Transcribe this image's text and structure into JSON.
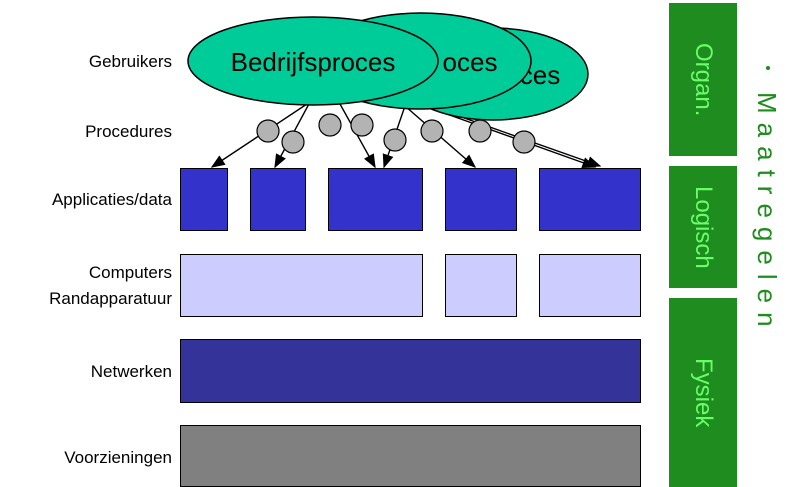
{
  "layers": {
    "gebruikers": "Gebruikers",
    "procedures": "Procedures",
    "applicaties": "Applicaties/data",
    "computers_line1": "Computers",
    "computers_line2": "Randapparatuur",
    "netwerken": "Netwerken",
    "voorzieningen": "Voorzieningen"
  },
  "processes": {
    "front": "Bedrijfsproces",
    "middle": "oces",
    "back": "ces"
  },
  "measures": {
    "organ": "Organ.",
    "logisch": "Logisch",
    "fysiek": "Fysiek",
    "title": "Maatregelen"
  },
  "colors": {
    "process_fill": "#00cc99",
    "application": "#3333cc",
    "computer": "#ccccff",
    "network": "#333399",
    "facility": "#808080",
    "measure_bar": "#1f8c1f",
    "measure_text": "#66ff66"
  }
}
